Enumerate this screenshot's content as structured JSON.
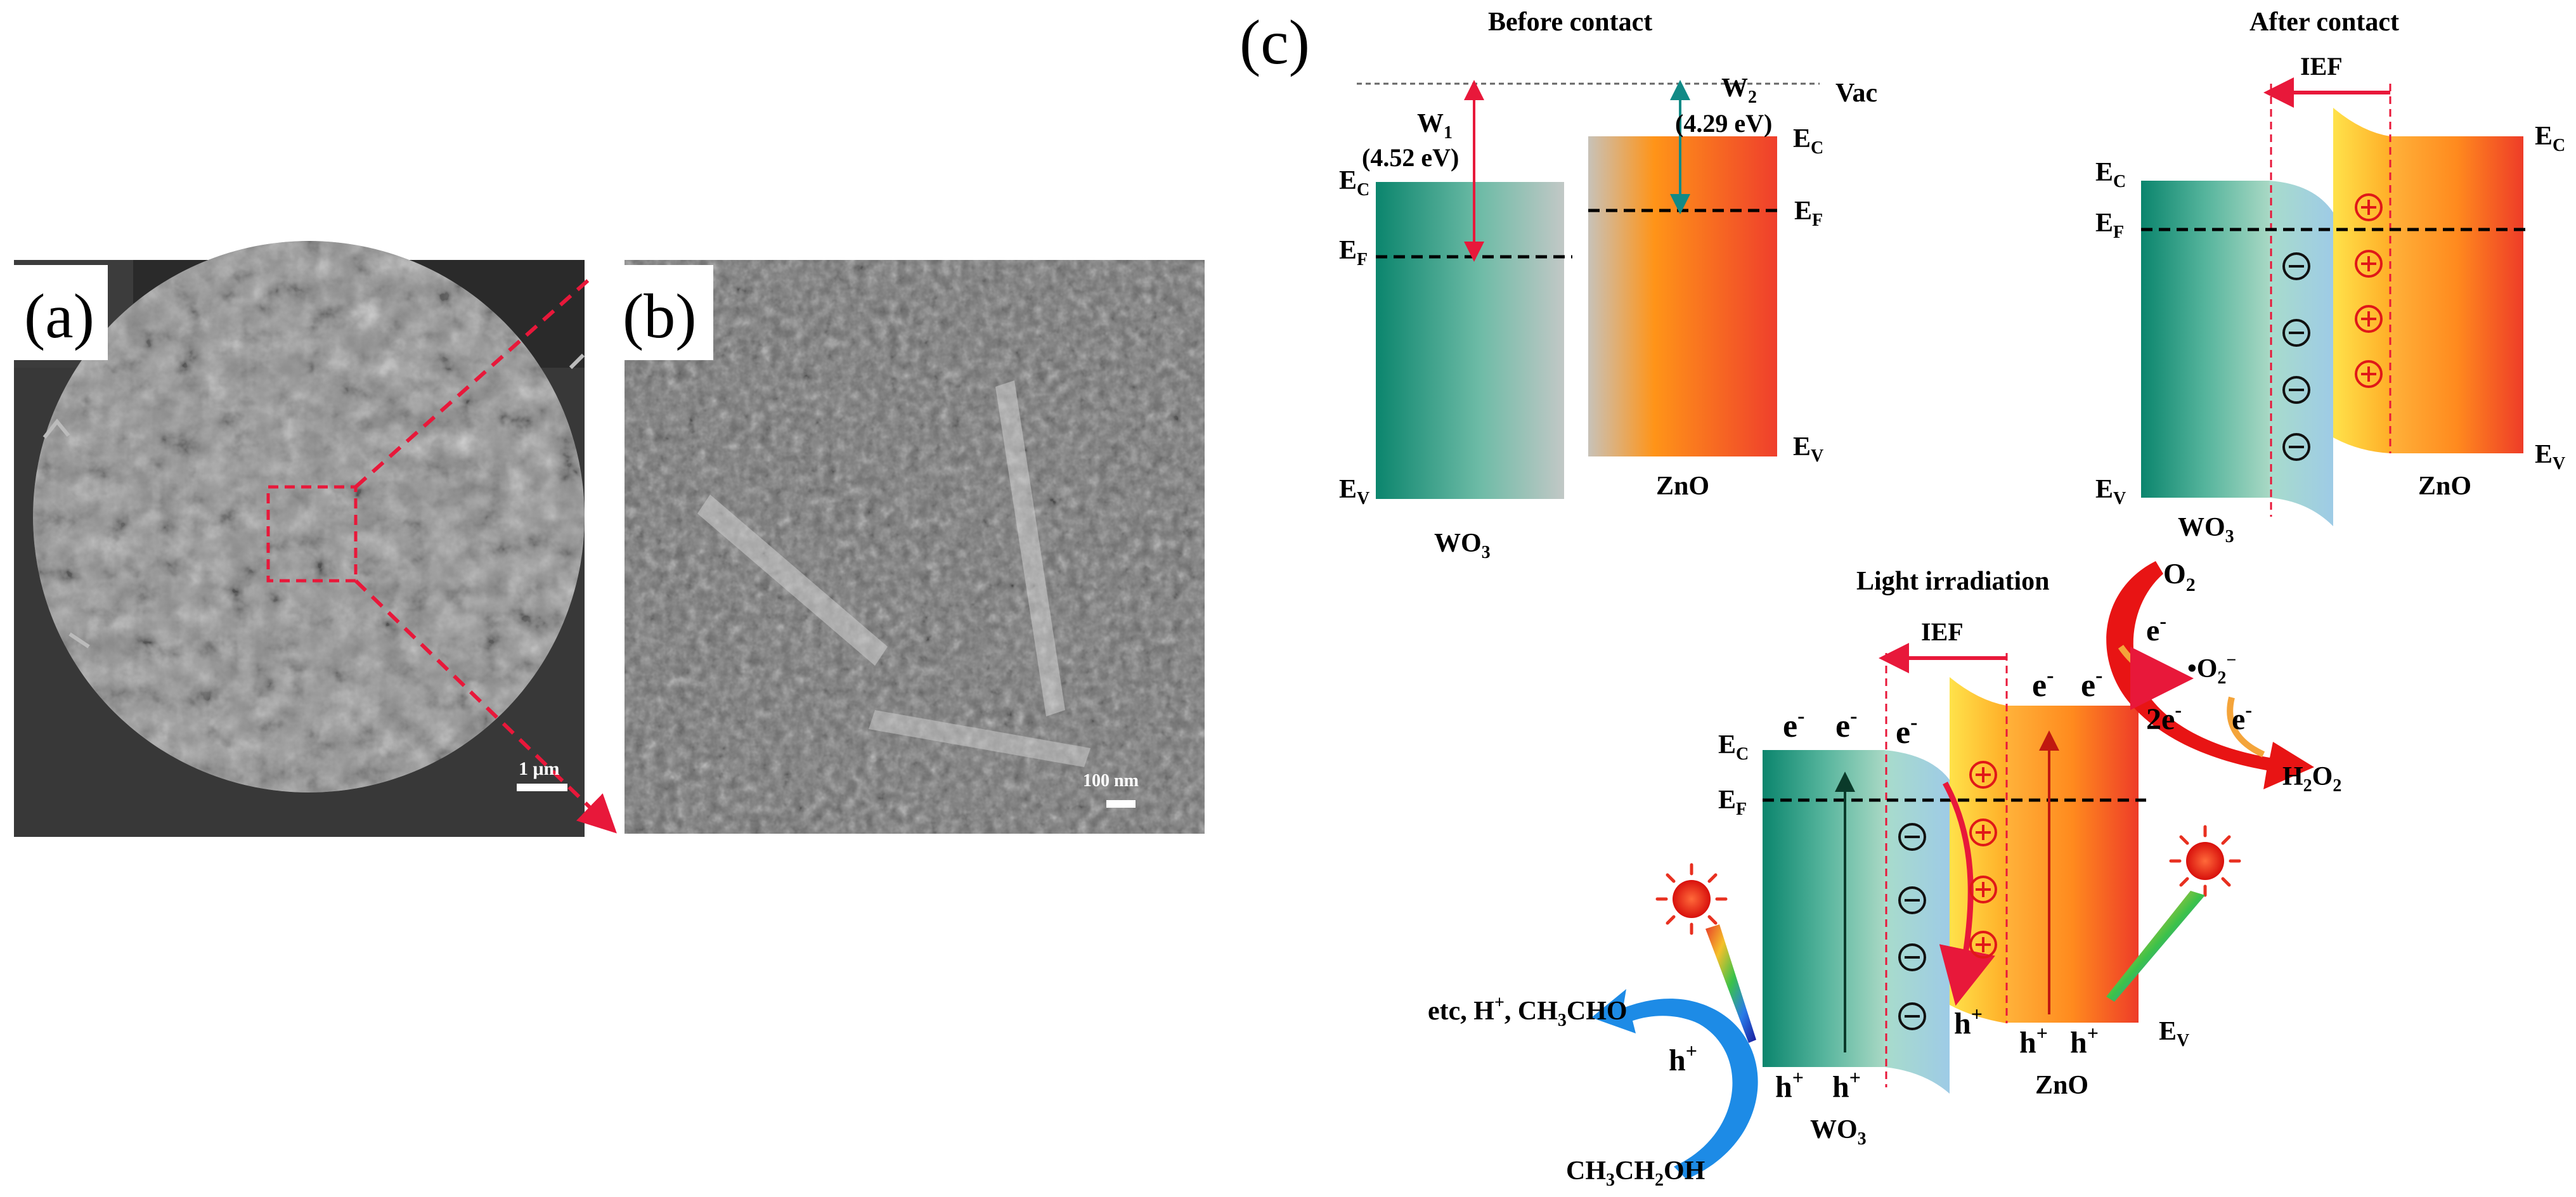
{
  "panels": {
    "a": {
      "label": "(a)",
      "scale_bar": "1 μm"
    },
    "b": {
      "label": "(b)",
      "scale_bar": "100 nm"
    },
    "c": {
      "label": "(c)",
      "before": {
        "title": "Before contact",
        "vac": "Vac",
        "w1": "W",
        "w1_sub": "1",
        "w1_value": "(4.52 eV)",
        "w2": "W",
        "w2_sub": "2",
        "w2_value": "(4.29 eV)",
        "ec": "E",
        "ec_sub": "C",
        "ef": "E",
        "ef_sub": "F",
        "ev": "E",
        "ev_sub": "V",
        "wo3": "WO",
        "wo3_sub": "3",
        "zno": "ZnO"
      },
      "after": {
        "title": "After contact",
        "ief": "IEF",
        "wo3": "WO",
        "wo3_sub": "3",
        "zno": "ZnO"
      },
      "light": {
        "title": "Light irradiation",
        "ief": "IEF",
        "electron": "e",
        "electron_sup": "-",
        "hole": "h",
        "hole_sup": "+",
        "two_e": "2e",
        "o2": "O",
        "o2_sub": "2",
        "superoxide": "•O",
        "superoxide_sub": "2",
        "superoxide_sup": "−",
        "h2o2_a": "H",
        "h2o2_sub1": "2",
        "h2o2_b": "O",
        "h2o2_sub2": "2",
        "products_a": "etc, H",
        "products_sup": "+",
        "products_b": ", CH",
        "products_sub": "3",
        "products_c": "CHO",
        "ethanol_a": "CH",
        "ethanol_sub1": "3",
        "ethanol_b": "CH",
        "ethanol_sub2": "2",
        "ethanol_c": "OH",
        "wo3": "WO",
        "wo3_sub": "3",
        "zno": "ZnO"
      }
    }
  },
  "colors": {
    "wo3_dark": "#0e8a72",
    "wo3_light": "#bfc6c4",
    "zno_orange": "#ff8a10",
    "zno_red": "#f0442a",
    "arrow_red": "#e8183a",
    "arrow_teal": "#128a86",
    "arrow_blue": "#1d8be6",
    "arrow_orange": "#f4a43a",
    "charge_red": "#e01818"
  }
}
